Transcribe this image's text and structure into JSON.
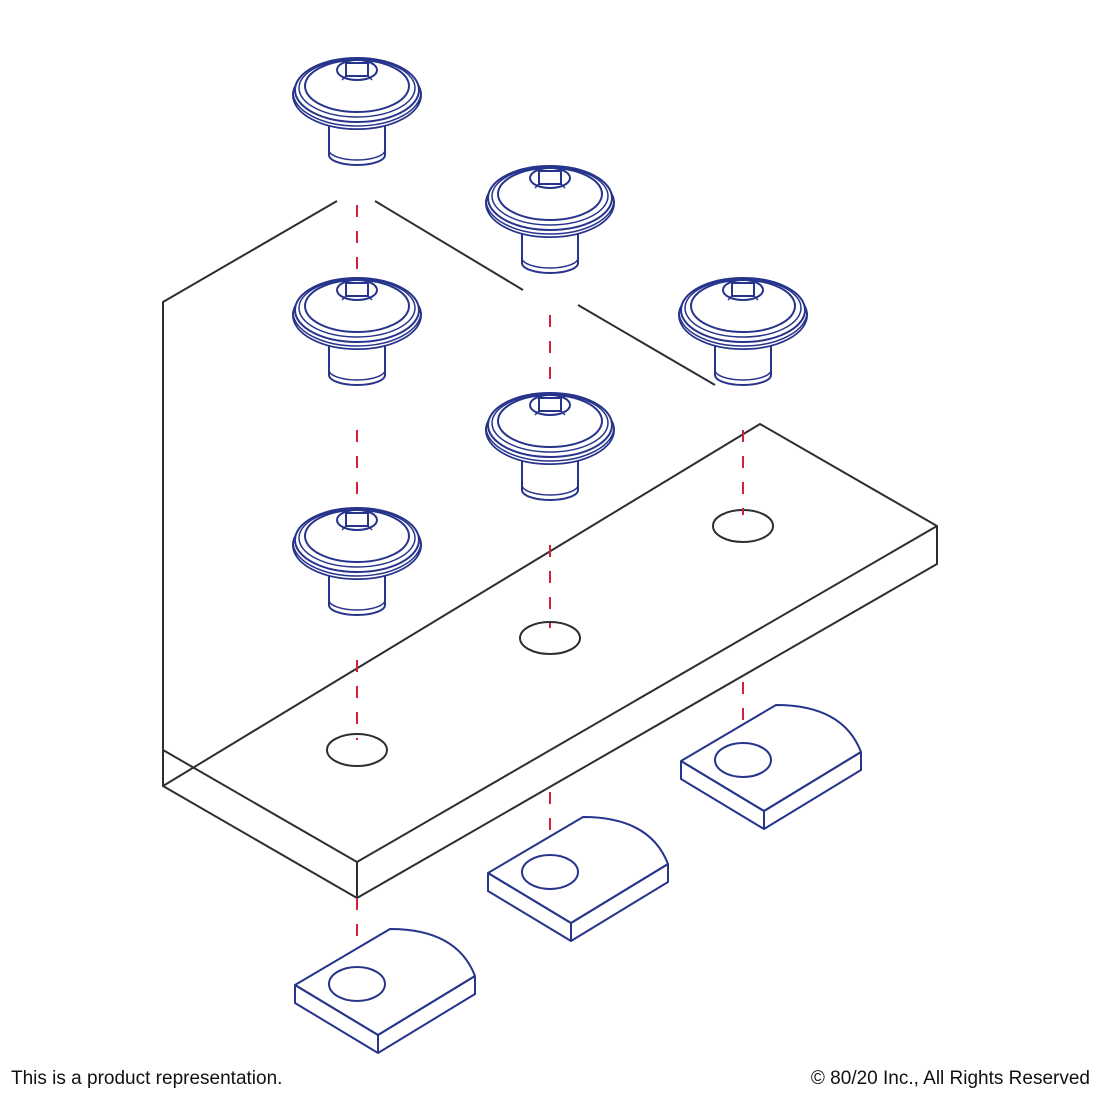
{
  "footer": {
    "disclaimer": "This is a product representation.",
    "copyright": "© 80/20 Inc., All Rights Reserved"
  },
  "colors": {
    "plate": "#2b2e33",
    "hardware": "#27348b",
    "guide": "#d6203a"
  },
  "parts": {
    "plate_holes": 3,
    "bolt_icon": "button-head-socket-cap-screw-icon",
    "tnut_icon": "drop-in-t-nut-icon"
  }
}
